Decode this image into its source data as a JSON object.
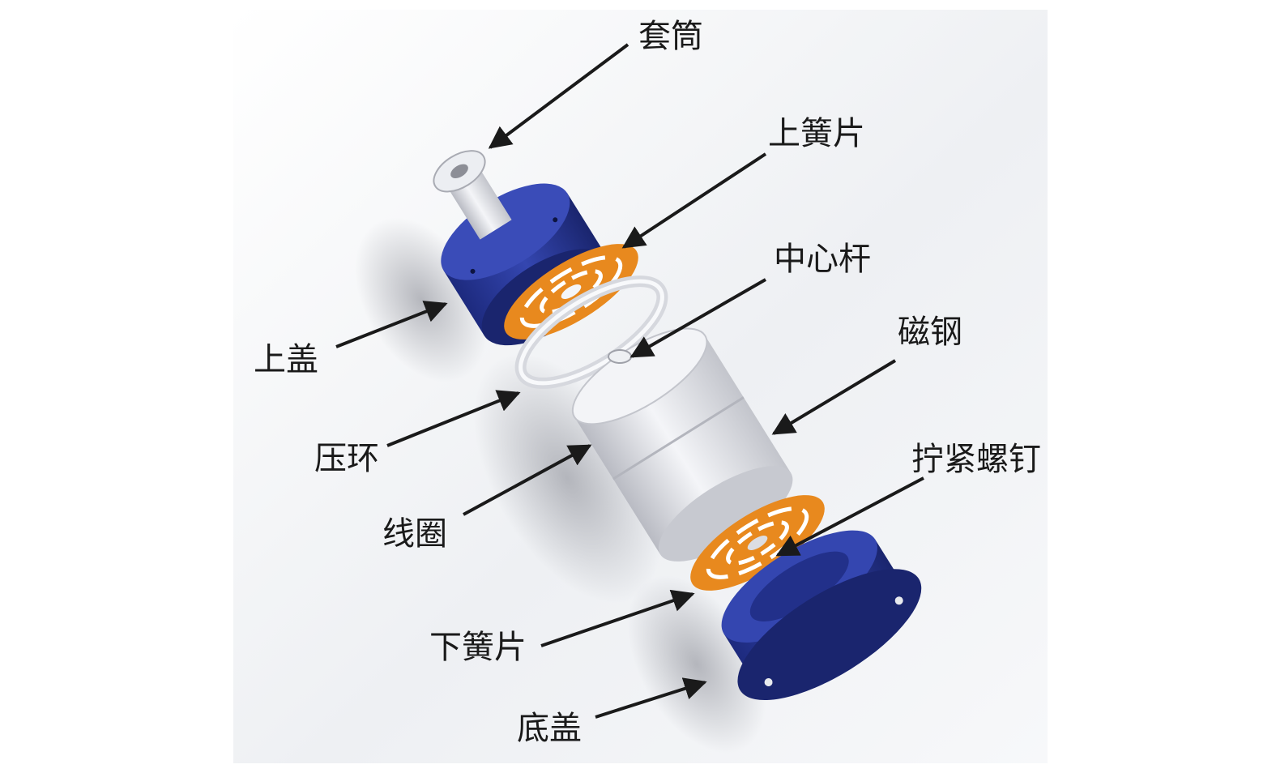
{
  "labels": {
    "sleeve": "套筒",
    "upper_spring": "上簧片",
    "center_rod": "中心杆",
    "magnet": "磁钢",
    "upper_cover": "上盖",
    "press_ring": "压环",
    "screw": "拧紧螺钉",
    "coil": "线圈",
    "lower_spring": "下簧片",
    "bottom_cover": "底盖"
  },
  "colors": {
    "cover_blue": "#2a3a9a",
    "spring_orange": "#e8891e",
    "metal_silver": "#dcdde2",
    "arrow": "#1a1a1a"
  }
}
